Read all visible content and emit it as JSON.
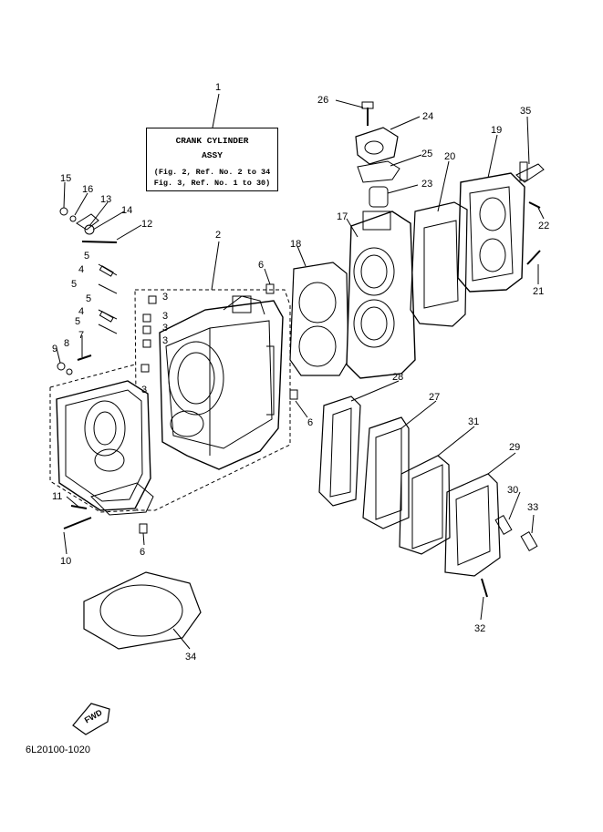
{
  "title_box": {
    "line1": "CRANK CYLINDER",
    "line2": "ASSY",
    "line3": "(Fig. 2, Ref. No. 2 to 34",
    "line4": "Fig. 3, Ref. No. 1 to 30)"
  },
  "callouts": [
    "1",
    "2",
    "3",
    "3",
    "3",
    "3",
    "3",
    "4",
    "4",
    "5",
    "5",
    "5",
    "5",
    "6",
    "6",
    "6",
    "7",
    "8",
    "9",
    "10",
    "11",
    "12",
    "13",
    "14",
    "15",
    "16",
    "17",
    "18",
    "19",
    "20",
    "21",
    "22",
    "23",
    "24",
    "25",
    "26",
    "27",
    "28",
    "29",
    "30",
    "31",
    "32",
    "33",
    "34",
    "35"
  ],
  "fwd_label": "FWD",
  "diagram_code": "6L20100-1020"
}
